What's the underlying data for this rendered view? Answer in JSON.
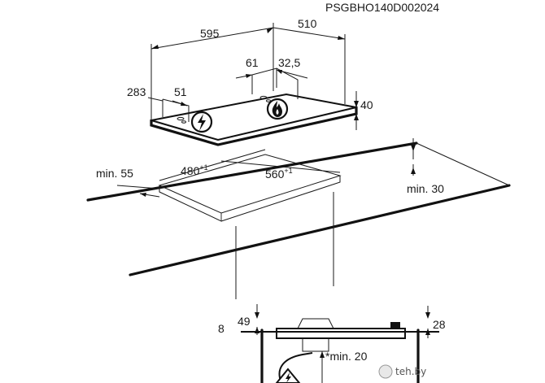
{
  "document": {
    "code": "PSGBHO140D002024",
    "watermark": "teh.by"
  },
  "dimensions": {
    "width_hob": "595",
    "depth_hob": "510",
    "burner_offset_a": "61",
    "burner_offset_b": "32,5",
    "side_a": "283",
    "side_b": "51",
    "height": "40",
    "cutout_width": "480",
    "cutout_depth": "560",
    "tolerance": "+1",
    "min_side": "min. 55",
    "min_back": "min. 30",
    "section_8": "8",
    "section_49": "49",
    "section_28": "28",
    "section_min20": "*min. 20"
  },
  "colors": {
    "line": "#111111",
    "text": "#1a1a1a"
  },
  "icons": [
    "electric-warning-icon",
    "gas-flame-icon",
    "plug-warning-icon"
  ]
}
